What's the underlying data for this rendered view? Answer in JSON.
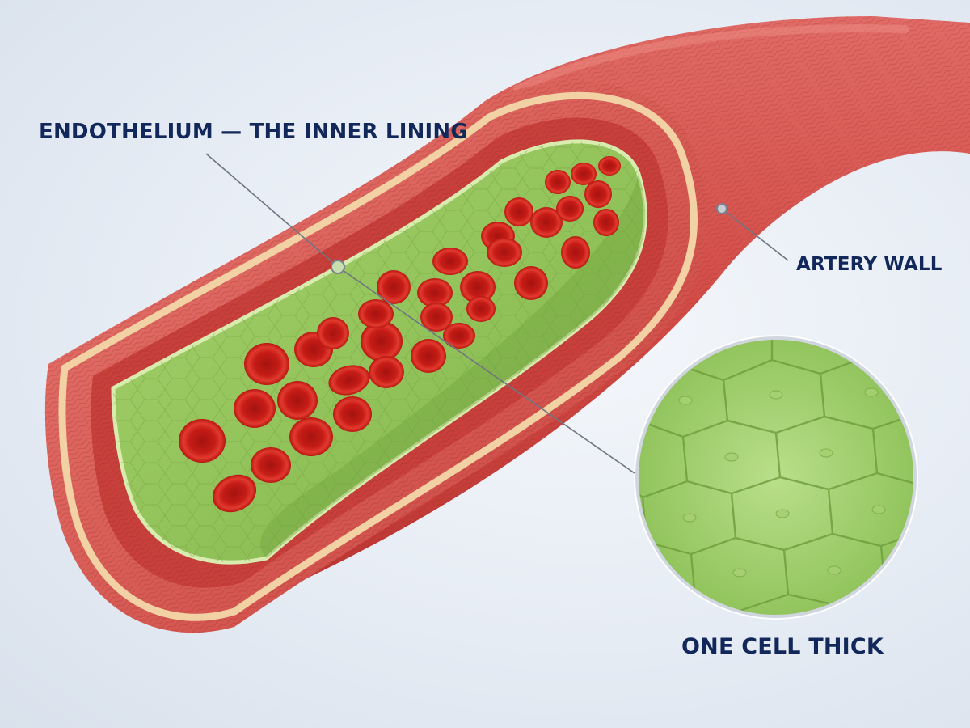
{
  "labels": {
    "endothelium": "ENDOTHELIUM — THE INNER LINING",
    "artery_wall": "ARTERY WALL",
    "one_cell_thick": "ONE CELL THICK"
  },
  "colors": {
    "artery_wall": "#d9534f",
    "adventitia_band": "#f2d2a4",
    "endothelium": "#9ccc65",
    "blood_cell": "#d0201c",
    "label_text": "#13285a",
    "leader_line": "#6f7681"
  },
  "components": [
    {
      "name": "artery-wall",
      "kind": "cutaway vessel wall"
    },
    {
      "name": "endothelium",
      "kind": "inner lining"
    },
    {
      "name": "red-blood-cells",
      "kind": "cells in lumen"
    },
    {
      "name": "magnified-inset",
      "kind": "close-up of endothelial cells"
    }
  ]
}
